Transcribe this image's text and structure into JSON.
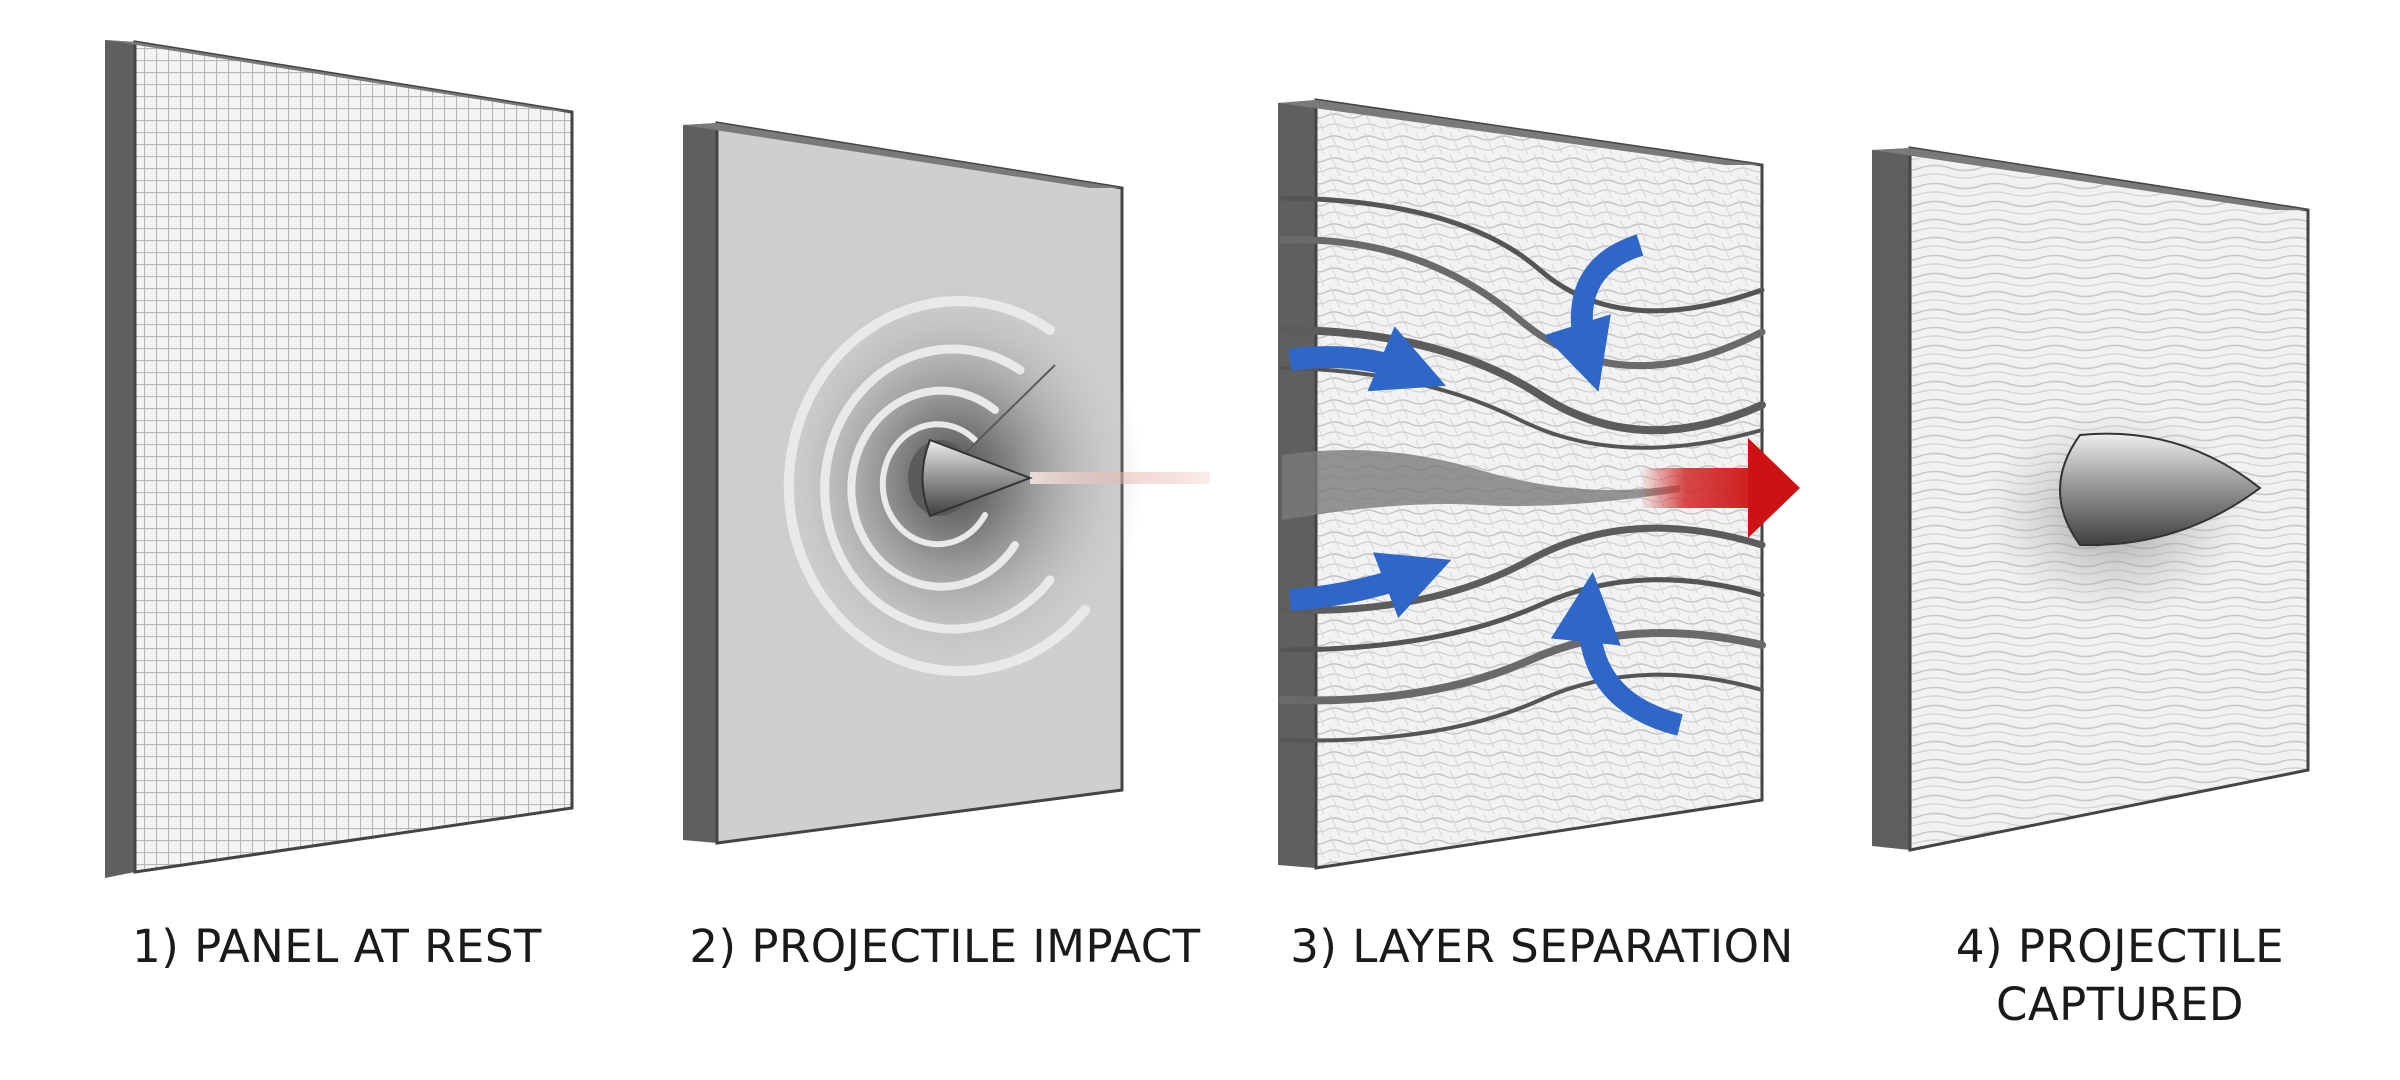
{
  "panels": [
    {
      "id": 1,
      "caption": [
        "1) PANEL AT REST"
      ]
    },
    {
      "id": 2,
      "caption": [
        "2) PROJECTILE IMPACT"
      ]
    },
    {
      "id": 3,
      "caption": [
        "3) LAYER SEPARATION"
      ]
    },
    {
      "id": 4,
      "caption": [
        "4) PROJECTILE",
        "CAPTURED"
      ]
    }
  ],
  "colors": {
    "background": "#ffffff",
    "panel_edge": "#5f5f5f",
    "panel_face_grid": "#f3f3f3",
    "panel_face_gray": "#cfcfcf",
    "panel_face_fabric": "#f1f1f1",
    "projectile": "#8a8a8a",
    "compression_arrow": "#2f67c8",
    "exit_arrow": "#cc1a1a",
    "caption_text": "#1a1a1a"
  },
  "icons": [
    "projectile-icon",
    "compression-arrow-icon",
    "exit-arrow-icon"
  ]
}
